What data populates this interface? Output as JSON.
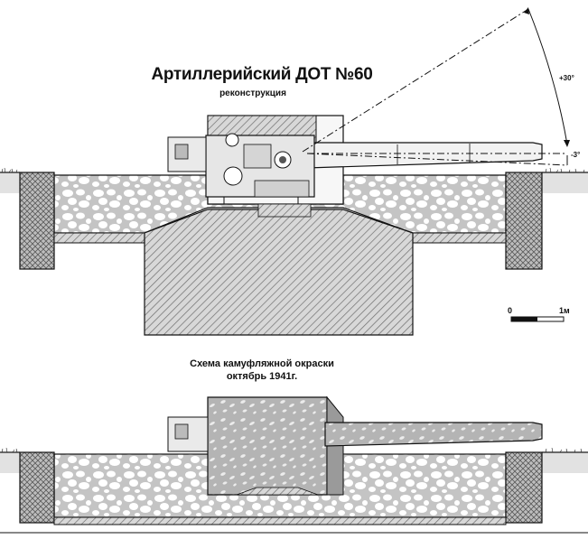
{
  "drawing": {
    "title": "Артиллерийский ДОТ №60",
    "subtitle": "реконструкция",
    "elevation_max": "+30°",
    "elevation_min": "-3°",
    "scale_start": "0",
    "scale_end": "1м",
    "camo_caption_line1": "Схема камуфляжной окраски",
    "camo_caption_line2": "октябрь 1941г."
  },
  "colors": {
    "stone_fill": "#c8c8c8",
    "stone_outline": "#ffffff",
    "hatch": "#707070",
    "line": "#111111",
    "camo_base": "#b4b4b4"
  }
}
